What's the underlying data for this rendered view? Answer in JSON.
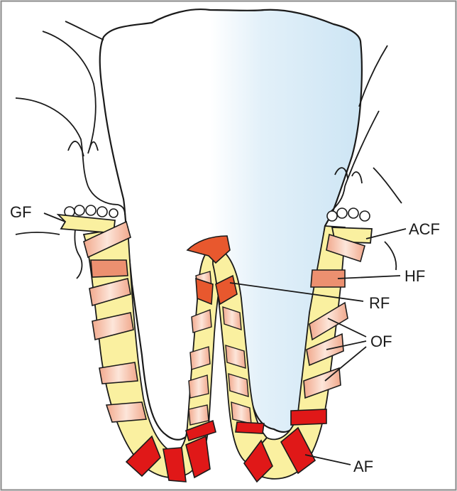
{
  "labels": {
    "gf": "GF",
    "acf": "ACF",
    "hf": "HF",
    "rf": "RF",
    "of": "OF",
    "af": "AF"
  },
  "colors": {
    "frame": "#8a8a8a",
    "crown_gradient_left": "#ffffff",
    "crown_gradient_right": "#cfe6f5",
    "root_ligament": "#faf0a0",
    "band_light": "#f4c6b0",
    "band_medium": "#ec9070",
    "band_dark": "#e8582e",
    "band_red": "#e01818",
    "outline": "#1a1a1a"
  }
}
